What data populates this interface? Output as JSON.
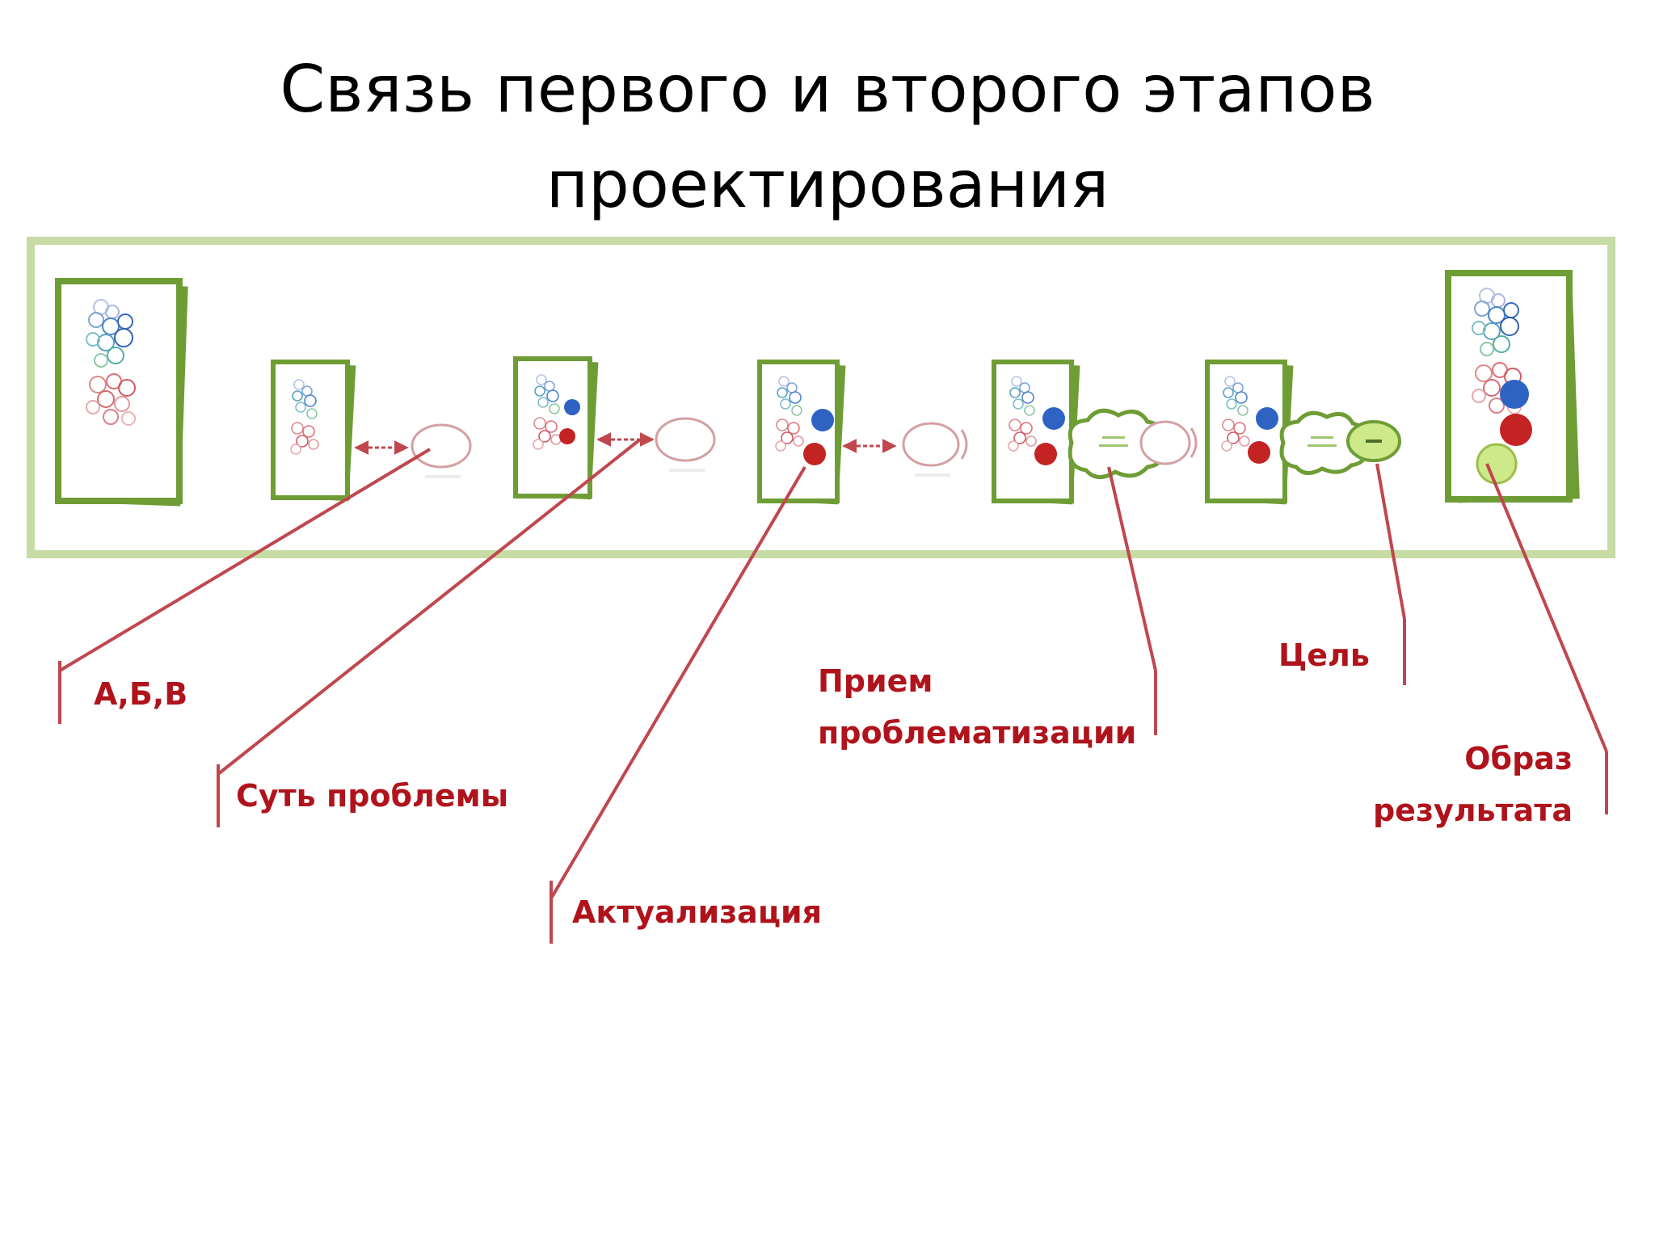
{
  "title": {
    "line1": "Связь первого и второго этапов",
    "line2": "проектирования"
  },
  "labels": {
    "abv": "А,Б,В",
    "sut": "Суть проблемы",
    "aktual": "Актуализация",
    "priem_line1": "Прием",
    "priem_line2": "проблематизации",
    "cel": "Цель",
    "obraz_line1": "Образ",
    "obraz_line2": "результата"
  },
  "colors": {
    "frame": "#c7dba5",
    "card_border": "#6f9d35",
    "leader_line": "#c0474e",
    "label_text": "#b0131b",
    "blue_circle": "#2e63c4",
    "red_circle": "#c42323",
    "lime_circle": "#cde98a"
  }
}
